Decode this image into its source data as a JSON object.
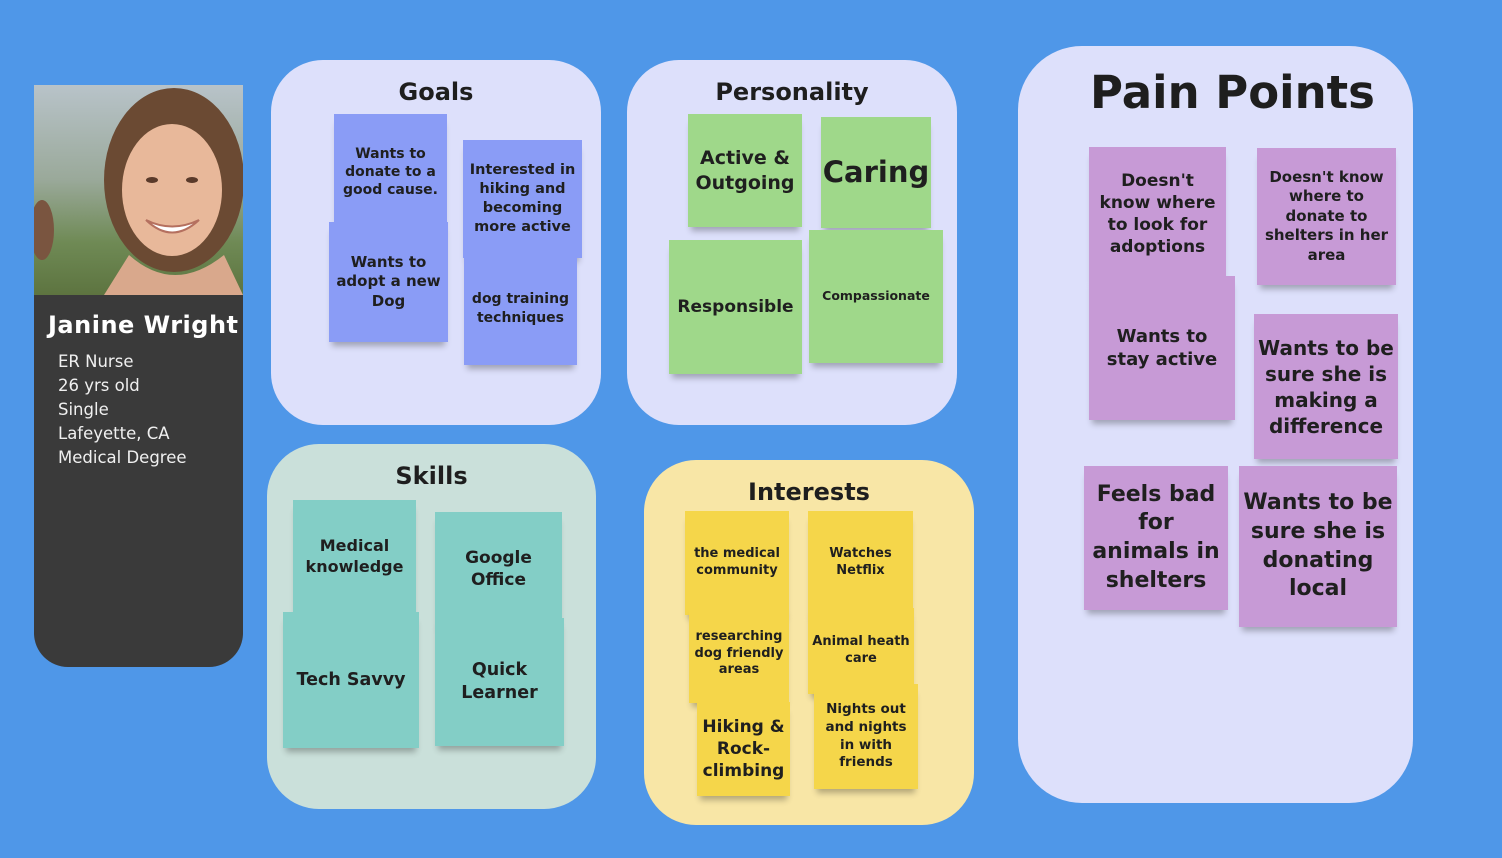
{
  "profile": {
    "name": "Janine Wright",
    "details": [
      "ER Nurse",
      "26 yrs old",
      "Single",
      "Lafeyette, CA",
      "Medical Degree"
    ]
  },
  "goals": {
    "title": "Goals",
    "notes": [
      "Wants to donate to a good cause.",
      "Interested in hiking and becoming more active",
      "Wants to adopt a new Dog",
      "dog training techniques"
    ]
  },
  "personality": {
    "title": "Personality",
    "notes": [
      "Active & Outgoing",
      "Caring",
      "Responsible",
      "Compassionate"
    ]
  },
  "skills": {
    "title": "Skills",
    "notes": [
      "Medical knowledge",
      "Google Office",
      "Tech Savvy",
      "Quick Learner"
    ]
  },
  "interests": {
    "title": "Interests",
    "notes": [
      "the medical community",
      "Watches Netflix",
      "researching dog friendly areas",
      "Animal heath care",
      "Hiking & Rock-climbing",
      "Nights out and nights in with friends"
    ]
  },
  "pain_points": {
    "title": "Pain Points",
    "notes": [
      "Doesn't know where to look for adoptions",
      "Doesn't know where to donate to shelters in her area",
      "Wants to stay active",
      "Wants to be sure she is making a difference",
      "Feels bad for animals in shelters",
      "Wants to be sure she is donating local"
    ]
  },
  "colors": {
    "background": "#4f97e8",
    "goals_panel": "#dde0fb",
    "personality_panel": "#dde0fb",
    "skills_panel": "#cae0da",
    "interests_panel": "#f8e6a6",
    "pain_points_panel": "#dde0fb",
    "note_blue": "#8a9cf6",
    "note_green": "#9fd88a",
    "note_teal": "#83cec6",
    "note_yellow": "#f5d64a",
    "note_purple": "#c79ad6"
  }
}
